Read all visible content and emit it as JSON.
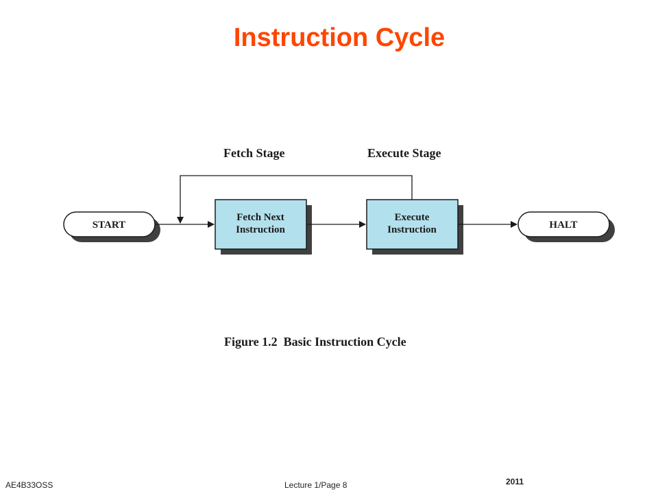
{
  "slide": {
    "title": "Instruction Cycle"
  },
  "diagram": {
    "stages": {
      "fetch": "Fetch Stage",
      "execute": "Execute Stage"
    },
    "nodes": {
      "start": "START",
      "fetch_line1": "Fetch Next",
      "fetch_line2": "Instruction",
      "execute_line1": "Execute",
      "execute_line2": "Instruction",
      "halt": "HALT"
    },
    "caption": "Figure 1.2  Basic Instruction Cycle"
  },
  "footer": {
    "course": "AE4B33OSS",
    "page": "Lecture 1/Page 8",
    "year": "2011"
  }
}
